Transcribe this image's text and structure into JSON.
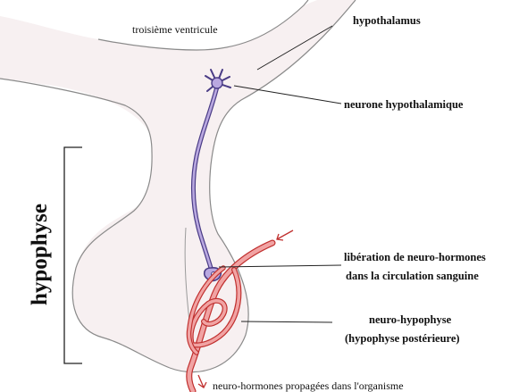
{
  "labels": {
    "ventricle": "troisième ventricule",
    "hypothalamus": "hypothalamus",
    "neuron": "neurone hypothalamique",
    "release_line1": "libération de neuro-hormones",
    "release_line2": "dans la circulation sanguine",
    "neurohypophysis_line1": "neuro-hypophyse",
    "neurohypophysis_line2": "(hypophyse postérieure)",
    "hypophysis": "hypophyse",
    "propagation": "neuro-hormones propagées dans l'organisme"
  },
  "colors": {
    "tissue": "#f7f0f1",
    "tissue_outline": "#8a8a8a",
    "neuron": "#b9a8e0",
    "neuron_outline": "#4a3c86",
    "vessel": "#f1a3a3",
    "vessel_outline": "#c0302f",
    "text": "#111111"
  }
}
